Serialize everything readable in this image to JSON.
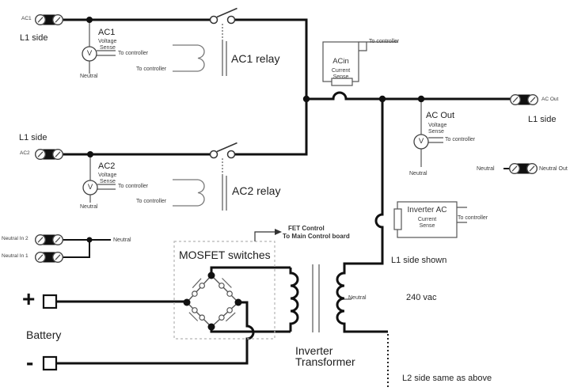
{
  "diagram": {
    "shared": {
      "to_controller": "To controller",
      "neutral": "Neutral",
      "voltage": "Voltage",
      "sense": "Sense",
      "current": "Current",
      "l1_side": "L1 side",
      "meter": "V"
    },
    "ac1": {
      "tag": "AC1",
      "sense_title": "AC1",
      "relay": "AC1 relay"
    },
    "ac2": {
      "tag": "AC2",
      "sense_title": "AC2",
      "relay": "AC2 relay"
    },
    "acin": {
      "title": "ACin"
    },
    "ac_out": {
      "tag": "AC Out",
      "sense_title": "AC Out"
    },
    "neutral_out": {
      "tag": "Neutral Out"
    },
    "neutral_in": {
      "in2": "Neutral In 2",
      "in1": "Neutral In 1"
    },
    "mosfet": {
      "title": "MOSFET switches",
      "fet1": "FET Control",
      "fet2": "To Main Control board"
    },
    "battery": {
      "plus": "+",
      "minus": "-",
      "label": "Battery"
    },
    "inverter_ac": {
      "title": "Inverter AC"
    },
    "transformer": {
      "line1": "Inverter",
      "line2": "Transformer"
    },
    "notes": {
      "shown": "L1 side shown",
      "vac": "240 vac",
      "l2": "L2 side same as above"
    }
  },
  "colors": {
    "background": "#ffffff",
    "wire": "#111111",
    "thin_line": "#555555",
    "core": "#999999"
  }
}
